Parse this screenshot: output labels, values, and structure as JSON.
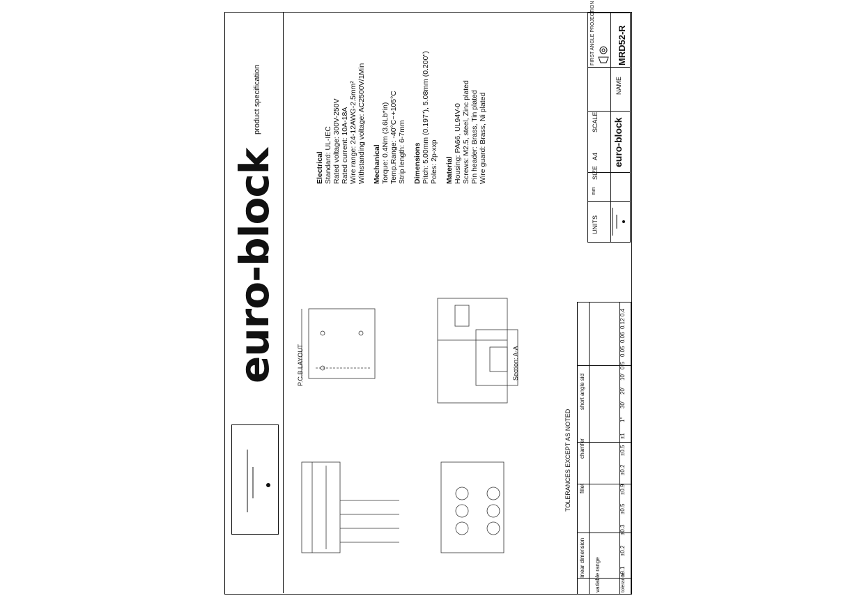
{
  "header": {
    "brand": "euro-block",
    "subtitle": "product specification"
  },
  "specs": {
    "electrical": {
      "heading": "Electrical",
      "lines": [
        "Standard: UL-IEC",
        "Rated voltage: 300V-250V",
        "Rated current: 10A-18A",
        "Wire range: 24-12AWG-2.5mm²",
        "Withstanding voltage: AC2500V/1Min"
      ]
    },
    "mechanical": {
      "heading": "Mechanical",
      "lines": [
        "Torque: 0.4Nm (3.6Lb*in)",
        "Temp.Range: -40°C~+105°C",
        "Strip length: 6-7mm"
      ]
    },
    "dimensions": {
      "heading": "Dimensions",
      "lines": [
        "Pitch: 5.00mm (0.197\"), 5.08mm (0.200\")",
        "Poles: 2p-xxp"
      ]
    },
    "material": {
      "heading": "Material",
      "lines": [
        "Housing: PA66, UL94V-0",
        "Screws: M2.5, steel, Zinc plated",
        "Pin header: Brass, Tin plated",
        "Wire guard: Brass, Ni plated"
      ]
    }
  },
  "drawing": {
    "pcb_layout_label": "P.C.B.LAYOUT",
    "section_label": "Section: A-A"
  },
  "title_block": {
    "projection_label": "FIRST ANGLE PROJECTION",
    "name_label": "NAME",
    "part_name": "MRD52-R",
    "units_label": "UNITS",
    "units_value": "mm",
    "size_label": "SIZE",
    "size_value": "A4",
    "scale_label": "SCALE",
    "brand": "euro-block"
  },
  "tolerance_table": {
    "title": "TOLERANCES EXCEPT AS NOTED",
    "row_labels": [
      "variable range",
      "tolerance"
    ],
    "groups": [
      "linear dimension",
      "fillet",
      "chamfer",
      "short angle sid"
    ],
    "tolerance_values": [
      "±0.1",
      "±0.2",
      "±0.3",
      "±0.5",
      "±0.9",
      "±0.2",
      "±0.5",
      "±1",
      "1°",
      "30'",
      "20'",
      "10'",
      "0.5",
      "0.05",
      "0.06",
      "0.12",
      "0.4"
    ],
    "form_tolerance_values": [
      "0.05",
      "0.06",
      "0.12",
      "0.4"
    ]
  }
}
